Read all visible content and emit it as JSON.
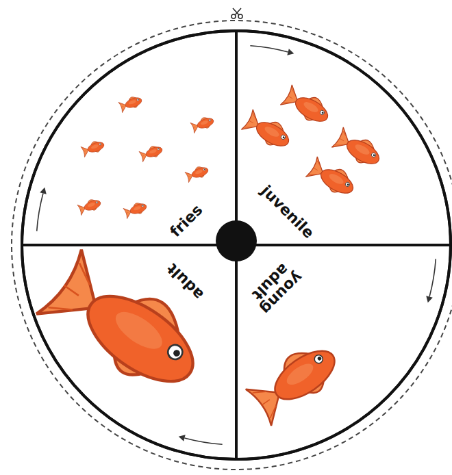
{
  "diagram": {
    "nodes": [
      {
        "text": [
          "fries"
        ]
      },
      {
        "text": [
          "juvenile"
        ]
      },
      {
        "text": [
          "young adult"
        ]
      },
      {
        "text": [
          "adult"
        ]
      }
    ],
    "edges": [
      {
        "from": 0,
        "to": 1,
        "arrow": "to"
      },
      {
        "from": 1,
        "to": 2,
        "arrow": "to"
      },
      {
        "from": 2,
        "to": 3,
        "arrow": "to"
      },
      {
        "from": 3,
        "to": 0,
        "arrow": "to"
      }
    ]
  }
}
